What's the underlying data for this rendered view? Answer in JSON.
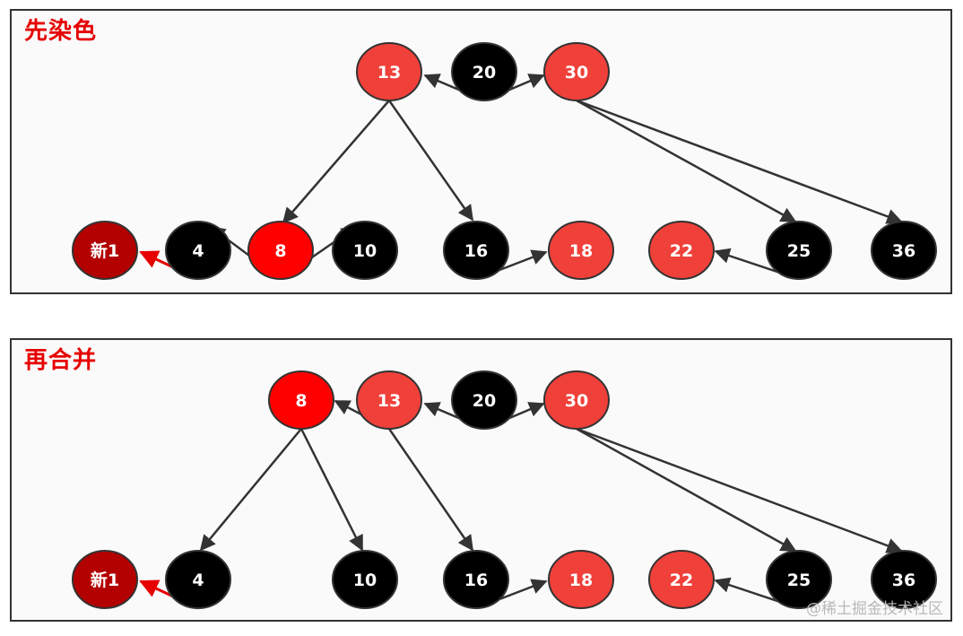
{
  "colors": {
    "red": "#f0403a",
    "bright_red": "#ff0000",
    "dark_red": "#b30000",
    "black": "#000000",
    "edge": "#333333",
    "new_edge": "#e60000",
    "title": "#e60000"
  },
  "panels": [
    {
      "title": "先染色",
      "nodes": [
        {
          "id": "t13",
          "label": "13",
          "color": "red"
        },
        {
          "id": "t20",
          "label": "20",
          "color": "black"
        },
        {
          "id": "t30",
          "label": "30",
          "color": "red"
        },
        {
          "id": "tnew",
          "label": "新1",
          "color": "dark_red"
        },
        {
          "id": "t4",
          "label": "4",
          "color": "black"
        },
        {
          "id": "t8",
          "label": "8",
          "color": "bright_red"
        },
        {
          "id": "t10",
          "label": "10",
          "color": "black"
        },
        {
          "id": "t16",
          "label": "16",
          "color": "black"
        },
        {
          "id": "t18",
          "label": "18",
          "color": "red"
        },
        {
          "id": "t22",
          "label": "22",
          "color": "red"
        },
        {
          "id": "t25",
          "label": "25",
          "color": "black"
        },
        {
          "id": "t36",
          "label": "36",
          "color": "black"
        }
      ]
    },
    {
      "title": "再合并",
      "nodes": [
        {
          "id": "b8",
          "label": "8",
          "color": "bright_red"
        },
        {
          "id": "b13",
          "label": "13",
          "color": "red"
        },
        {
          "id": "b20",
          "label": "20",
          "color": "black"
        },
        {
          "id": "b30",
          "label": "30",
          "color": "red"
        },
        {
          "id": "bnew",
          "label": "新1",
          "color": "dark_red"
        },
        {
          "id": "b4",
          "label": "4",
          "color": "black"
        },
        {
          "id": "b10",
          "label": "10",
          "color": "black"
        },
        {
          "id": "b16",
          "label": "16",
          "color": "black"
        },
        {
          "id": "b18",
          "label": "18",
          "color": "red"
        },
        {
          "id": "b22",
          "label": "22",
          "color": "red"
        },
        {
          "id": "b25",
          "label": "25",
          "color": "black"
        },
        {
          "id": "b36",
          "label": "36",
          "color": "black"
        }
      ]
    }
  ],
  "watermark": "@稀土掘金技术社区"
}
